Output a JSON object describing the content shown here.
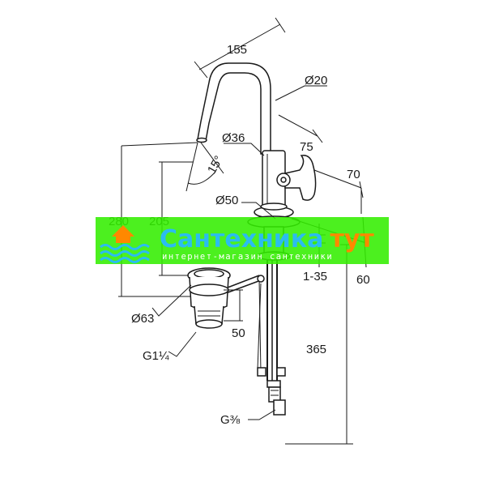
{
  "dimensions": {
    "d155": "155",
    "d20": "Ø20",
    "d75": "75",
    "d36": "Ø36",
    "d15": "15°",
    "d70": "70",
    "d50dia": "Ø50",
    "d280": "280",
    "d205": "205",
    "d135": "1-35",
    "d60": "60",
    "d63": "Ø63",
    "d50": "50",
    "g114": "G1¼",
    "d365": "365",
    "g38": "G⅜"
  },
  "watermark": {
    "title_main": "Сантехника",
    "title_accent": "тут",
    "subtitle": "интернет-магазин сантехники",
    "colors": {
      "band": "#33ee00",
      "text": "#2bbcf0",
      "accent": "#ff8800",
      "logo_waves": "#2bbcf0",
      "logo_house": "#ff8800"
    }
  }
}
